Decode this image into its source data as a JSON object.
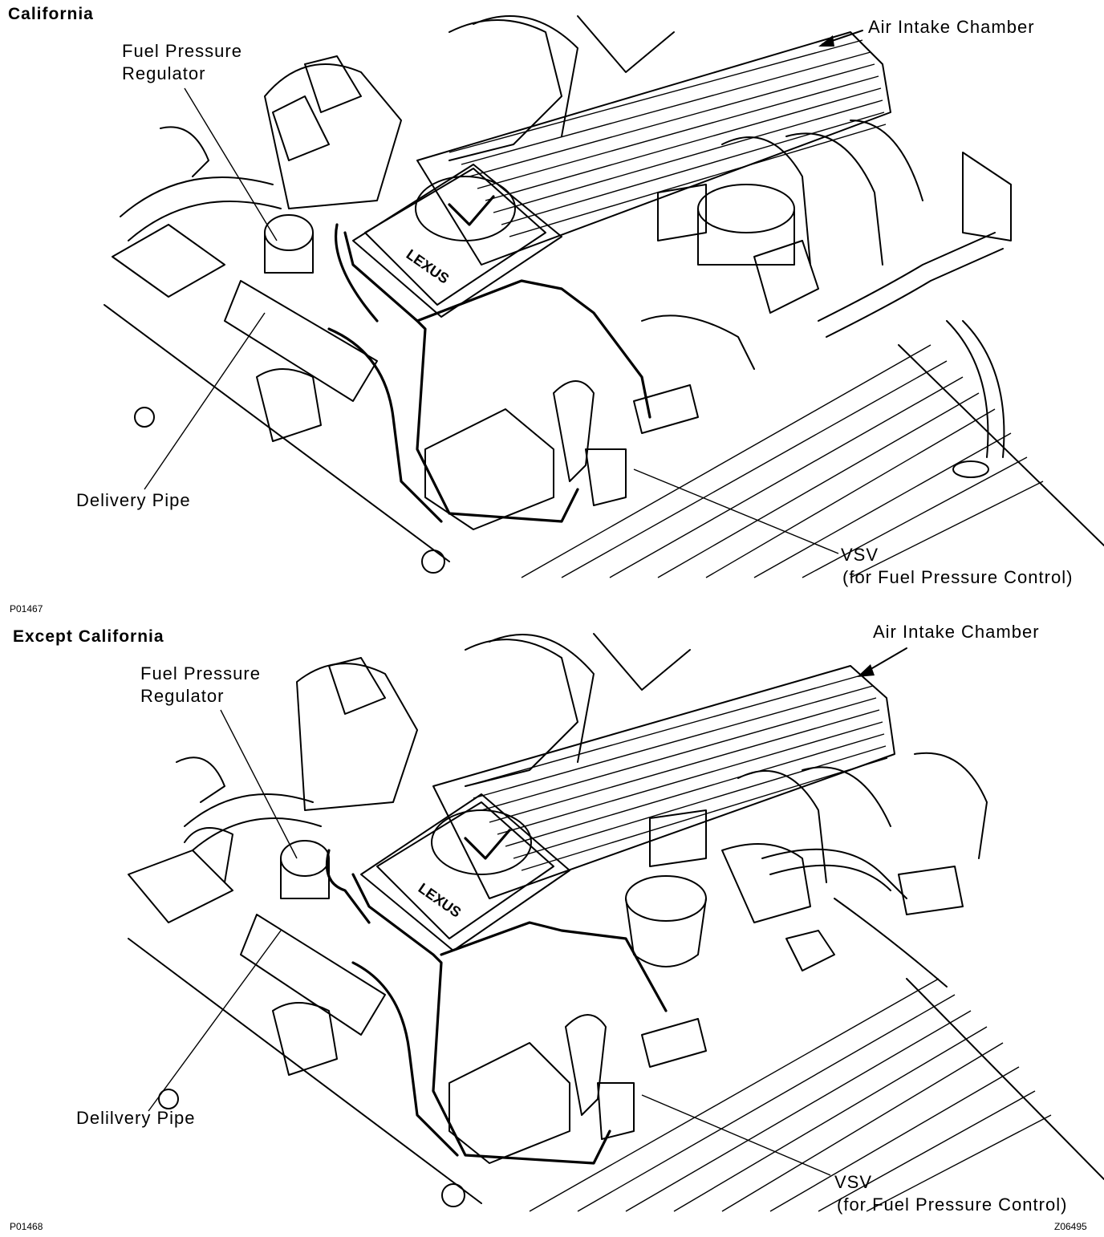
{
  "panels": [
    {
      "title": "California",
      "labels": {
        "regulator_line1": "Fuel Pressure",
        "regulator_line2": "Regulator",
        "air_intake": "Air Intake Chamber",
        "delivery_pipe": "Delivery Pipe",
        "vsv_line1": "VSV",
        "vsv_line2": "(for Fuel Pressure Control)",
        "emblem": "LEXUS"
      },
      "figure_code": "P01467"
    },
    {
      "title": "Except California",
      "labels": {
        "regulator_line1": "Fuel Pressure",
        "regulator_line2": "Regulator",
        "air_intake": "Air Intake Chamber",
        "delivery_pipe": "Delilvery Pipe",
        "vsv_line1": "VSV",
        "vsv_line2": "(for Fuel Pressure Control)",
        "emblem": "LEXUS"
      },
      "figure_code": "P01468"
    }
  ],
  "document_code": "Z06495"
}
